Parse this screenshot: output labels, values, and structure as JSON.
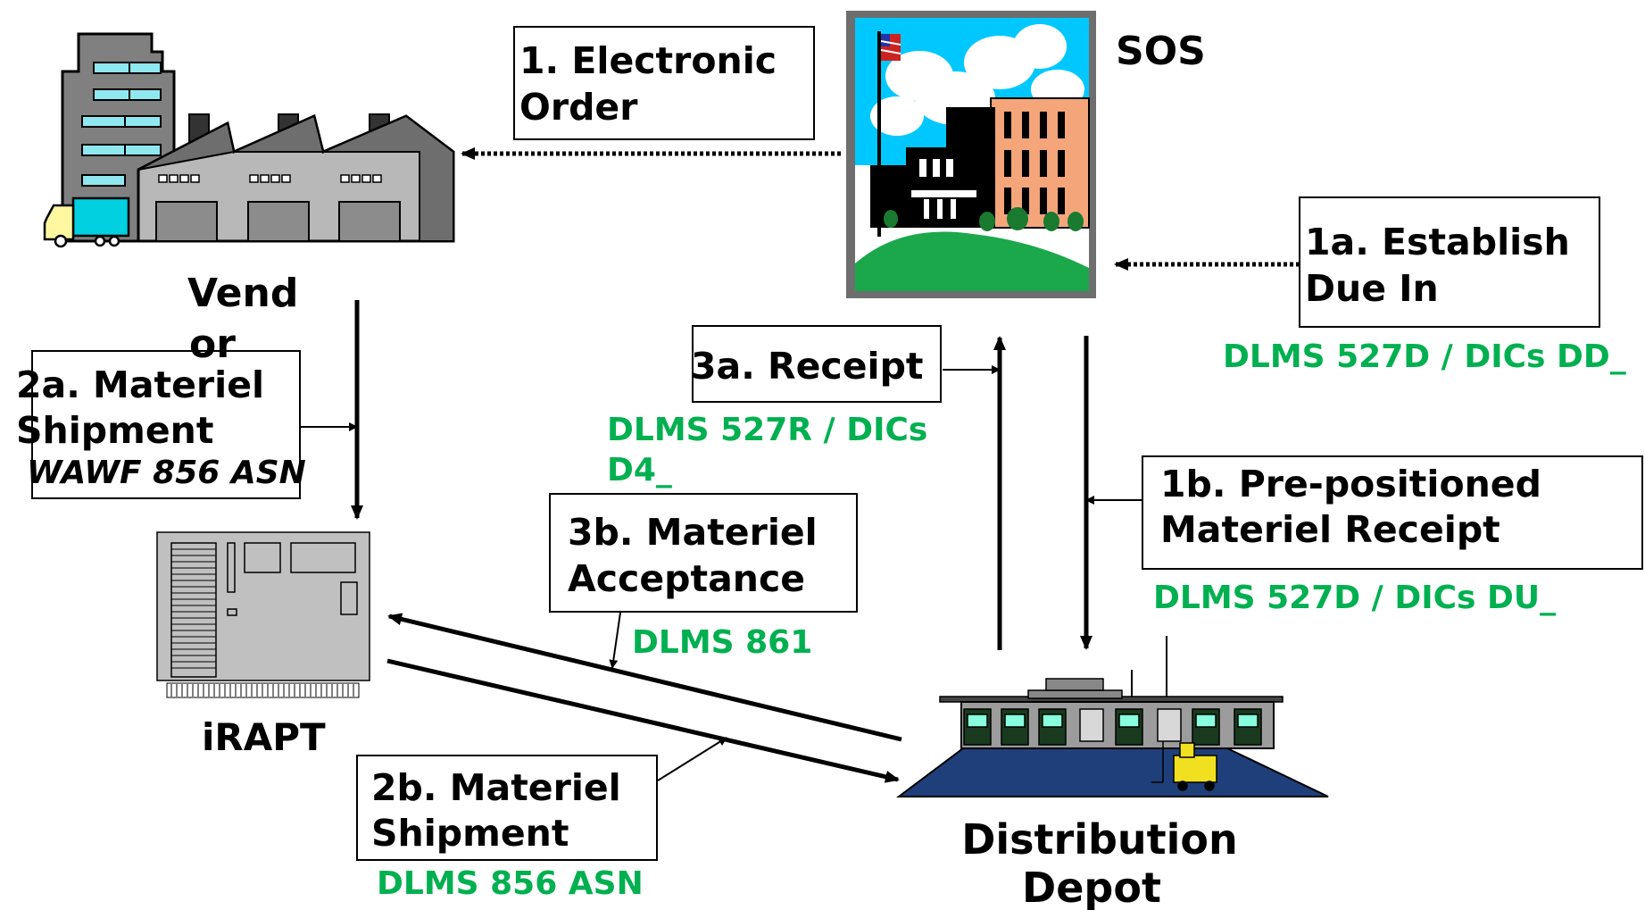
{
  "colors": {
    "green": "#00b050",
    "black": "#000000",
    "depot_floor": "#1f3f7a"
  },
  "nodes": {
    "sos": {
      "label": "SOS",
      "icon": "office-building-flag-icon"
    },
    "vendor": {
      "line1": "Vend",
      "line2": "or",
      "icon": "factory-icon"
    },
    "irapt": {
      "label": "iRAPT",
      "icon": "computer-terminal-icon"
    },
    "depot": {
      "line1": "Distribution",
      "line2": "Depot",
      "icon": "warehouse-trucks-icon"
    }
  },
  "steps": {
    "s1": {
      "line1": "1.  Electronic",
      "line2": "Order"
    },
    "s1a": {
      "line1": "1a.  Establish",
      "line2": "Due In",
      "code": "DLMS 527D / DICs DD_"
    },
    "s1b": {
      "line1": "1b. Pre-positioned",
      "line2": "Materiel Receipt",
      "code": "DLMS 527D / DICs DU_"
    },
    "s2a": {
      "line1": "2a. Materiel",
      "line2": "Shipment",
      "code": "WAWF 856 ASN"
    },
    "s2b": {
      "line1": "2b. Materiel",
      "line2": "Shipment",
      "code": "DLMS 856 ASN"
    },
    "s3a": {
      "line1": "3a. Receipt",
      "code_line1": "DLMS 527R / DICs",
      "code_line2": "D4_"
    },
    "s3b": {
      "line1": "3b. Materiel",
      "line2": "Acceptance",
      "code": "DLMS 861"
    }
  }
}
